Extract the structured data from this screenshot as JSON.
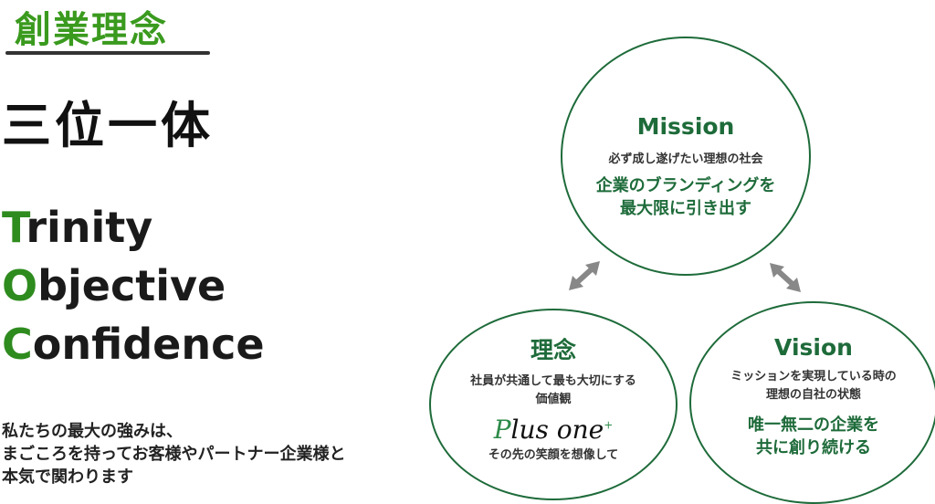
{
  "heading": "創業理念",
  "subheading": "三位一体",
  "words": [
    {
      "initial": "T",
      "rest": "rinity"
    },
    {
      "initial": "O",
      "rest": "bjective"
    },
    {
      "initial": "C",
      "rest": "onfidence"
    }
  ],
  "description": [
    "私たちの最大の強みは、",
    "まごころを持ってお客様やパートナー企業様と",
    "本気で関わります"
  ],
  "mission": {
    "title": "Mission",
    "text": "必ず成し遂げたい理想の社会",
    "highlight": [
      "企業のブランディングを",
      "最大限に引き出す"
    ]
  },
  "rinen": {
    "title": "理念",
    "text": [
      "社員が共通して最も大切にする",
      "価値観"
    ],
    "logo_p": "P",
    "logo_rest": "lus one",
    "logo_plus": "+",
    "caption": "その先の笑顔を想像して"
  },
  "vision": {
    "title": "Vision",
    "text": [
      "ミッションを実現している時の",
      "理想の自社の状態"
    ],
    "highlight": [
      "唯一無二の企業を",
      "共に創り続ける"
    ]
  }
}
